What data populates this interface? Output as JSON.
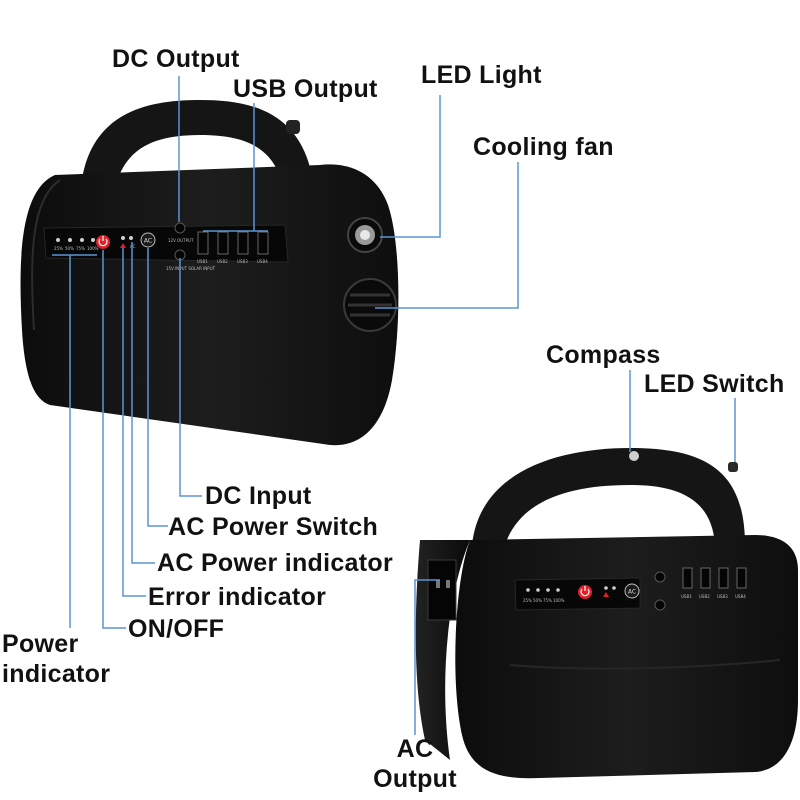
{
  "colors": {
    "leader_line": "#5b95d6",
    "device_body": "#141414",
    "power_button": "#e0202a"
  },
  "labels": {
    "dc_output": "DC Output",
    "usb_output": "USB Output",
    "led_light": "LED Light",
    "cooling_fan": "Cooling fan",
    "compass": "Compass",
    "led_switch": "LED Switch",
    "dc_input": "DC Input",
    "ac_power_switch": "AC Power Switch",
    "ac_power_indicator": "AC Power indicator",
    "error_indicator": "Error indicator",
    "on_off": "ON/OFF",
    "power_indicator": "Power indicator",
    "ac_output": "AC Output"
  },
  "device_text": {
    "ac": "AC",
    "battery_levels": [
      "25%",
      "50%",
      "75%",
      "100%"
    ],
    "usb_ports": [
      "USB1",
      "USB2",
      "USB3",
      "USB4"
    ],
    "dc_out_12v": "12V OUTPUT",
    "dc_in": "15V INPUT SOLAR INPUT",
    "ac_output_panel": "AC OUTPUT"
  },
  "icons": {
    "error": "warning-icon",
    "power": "power-icon"
  }
}
